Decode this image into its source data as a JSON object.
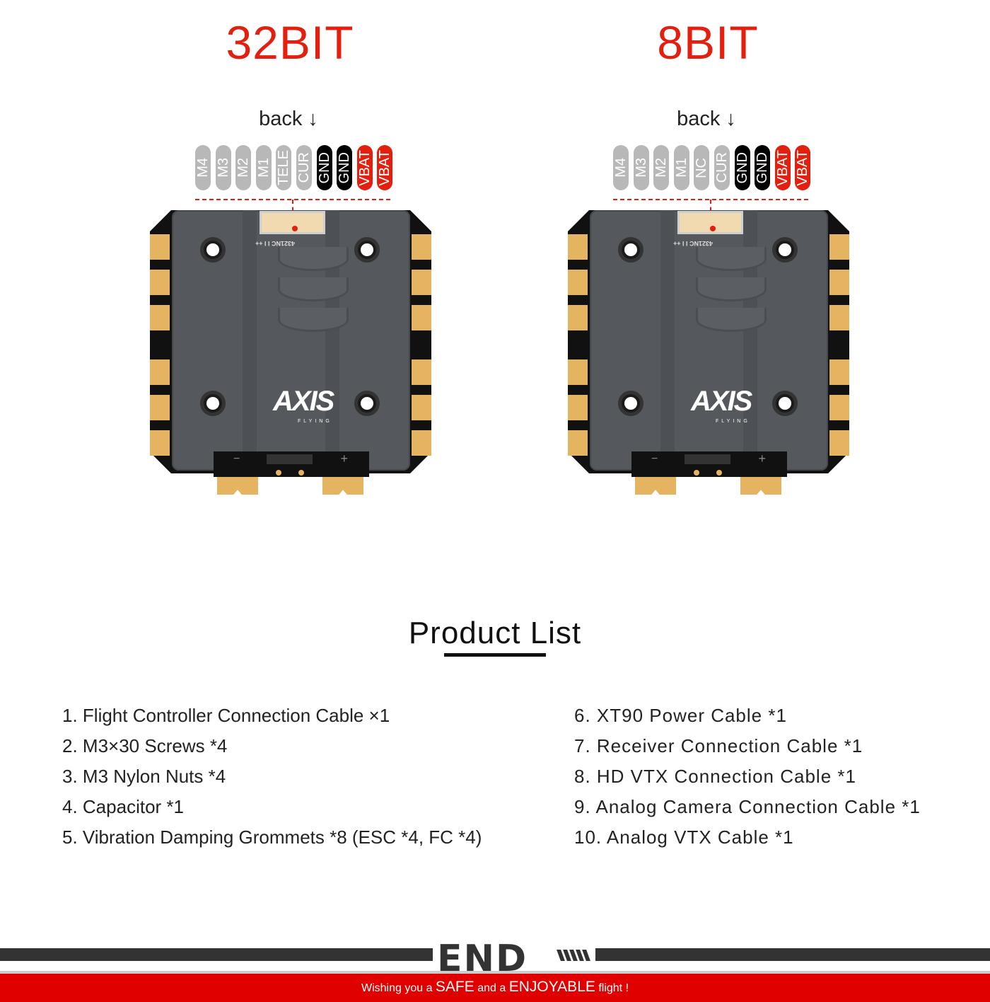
{
  "variants": [
    {
      "heading": "32BIT",
      "back_label": "back ↓",
      "pins": [
        {
          "label": "M4",
          "color": "#b8b8b8"
        },
        {
          "label": "M3",
          "color": "#b8b8b8"
        },
        {
          "label": "M2",
          "color": "#b8b8b8"
        },
        {
          "label": "M1",
          "color": "#b8b8b8"
        },
        {
          "label": "TELE",
          "color": "#b8b8b8"
        },
        {
          "label": "CUR",
          "color": "#b8b8b8"
        },
        {
          "label": "GND",
          "color": "#000000"
        },
        {
          "label": "GND",
          "color": "#000000"
        },
        {
          "label": "VBAT",
          "color": "#e3200f"
        },
        {
          "label": "VBAT",
          "color": "#e3200f"
        }
      ],
      "board": {
        "silk": "4321NC I I ++",
        "logo": "AXIS",
        "logo_sub": "FLYING",
        "minus": "−",
        "plus": "+"
      }
    },
    {
      "heading": "8BIT",
      "back_label": "back ↓",
      "pins": [
        {
          "label": "M4",
          "color": "#b8b8b8"
        },
        {
          "label": "M3",
          "color": "#b8b8b8"
        },
        {
          "label": "M2",
          "color": "#b8b8b8"
        },
        {
          "label": "M1",
          "color": "#b8b8b8"
        },
        {
          "label": "NC",
          "color": "#b8b8b8"
        },
        {
          "label": "CUR",
          "color": "#b8b8b8"
        },
        {
          "label": "GND",
          "color": "#000000"
        },
        {
          "label": "GND",
          "color": "#000000"
        },
        {
          "label": "VBAT",
          "color": "#e3200f"
        },
        {
          "label": "VBAT",
          "color": "#e3200f"
        }
      ],
      "board": {
        "silk": "4321NC I I ++",
        "logo": "AXIS",
        "logo_sub": "FLYING",
        "minus": "−",
        "plus": "+"
      }
    }
  ],
  "product_list": {
    "title": "Product List",
    "left": [
      "1. Flight Controller Connection Cable ×1",
      "2. M3×30 Screws *4",
      "3. M3 Nylon Nuts *4",
      "4. Capacitor *1",
      "5. Vibration Damping Grommets *8 (ESC *4, FC *4)"
    ],
    "right": [
      "6. XT90 Power Cable *1",
      "7. Receiver Connection Cable *1",
      "8. HD VTX Connection Cable *1",
      "9. Analog Camera Connection Cable *1",
      "10. Analog VTX Cable *1"
    ]
  },
  "footer": {
    "end_logo": "END",
    "tagline_1": "Wishing you a ",
    "tagline_2": "SAFE",
    "tagline_3": " and a ",
    "tagline_4": "ENJOYABLE",
    "tagline_5": " flight !"
  },
  "colors": {
    "accent": "#e3200f",
    "footer_red": "#e00000",
    "dark": "#333333"
  }
}
